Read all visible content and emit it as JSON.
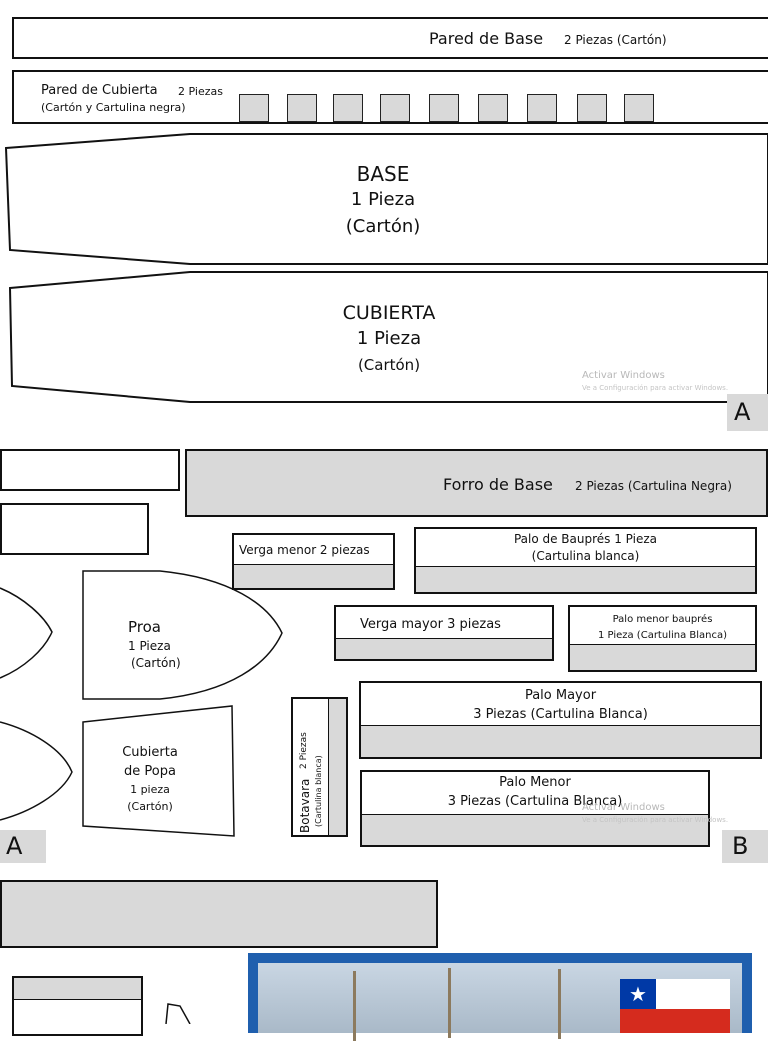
{
  "section1": {
    "pared_base": {
      "title": "Pared de Base",
      "detail": "2 Piezas (Cartón)"
    },
    "pared_cubierta": {
      "title": "Pared de Cubierta",
      "pieces": "2 Piezas",
      "material": "(Cartón y Cartulina negra)"
    },
    "base": {
      "line1": "BASE",
      "line2": "1 Pieza",
      "line3": "(Cartón)"
    },
    "cubierta": {
      "line1": "CUBIERTA",
      "line2": "1 Pieza",
      "line3": "(Cartón)"
    },
    "watermark": {
      "line1": "Activar Windows",
      "line2": "Ve a Configuración para activar Windows."
    },
    "corner_label": "A"
  },
  "section2": {
    "forro_base": {
      "title": "Forro de Base",
      "detail": "2 Piezas (Cartulina Negra)"
    },
    "verga_menor": "Verga menor 2 piezas",
    "palo_baupres": {
      "line1": "Palo de Bauprés   1 Pieza",
      "line2": "(Cartulina blanca)"
    },
    "proa": {
      "title": "Proa",
      "line2": "1 Pieza",
      "line3": "(Cartón)"
    },
    "verga_mayor": "Verga mayor 3 piezas",
    "palo_menor_baupres": {
      "line1": "Palo menor bauprés",
      "line2": "1 Pieza (Cartulina Blanca)"
    },
    "palo_mayor": {
      "line1": "Palo Mayor",
      "line2": "3 Piezas  (Cartulina Blanca)"
    },
    "cubierta_popa": {
      "line1": "Cubierta",
      "line2": "de Popa",
      "line3": "1 pieza",
      "line4": "(Cartón)"
    },
    "botavara": {
      "title": "Botavara",
      "pieces": "2 Piezas",
      "material": "(Cartulina blanca)"
    },
    "palo_menor": {
      "line1": "Palo Menor",
      "line2": "3 Piezas  (Cartulina Blanca)"
    },
    "watermark": {
      "line1": "Activar Windows",
      "line2": "Ve a Configuración para activar Windows."
    },
    "corner_left": "A",
    "corner_right": "B"
  },
  "colors": {
    "piece_fill": "#d9d9d9",
    "outline": "#111111",
    "label_bg": "#d9d9d9",
    "photo_frame": "#1f5fae"
  },
  "icons": {
    "flag": "chile-flag-icon"
  }
}
